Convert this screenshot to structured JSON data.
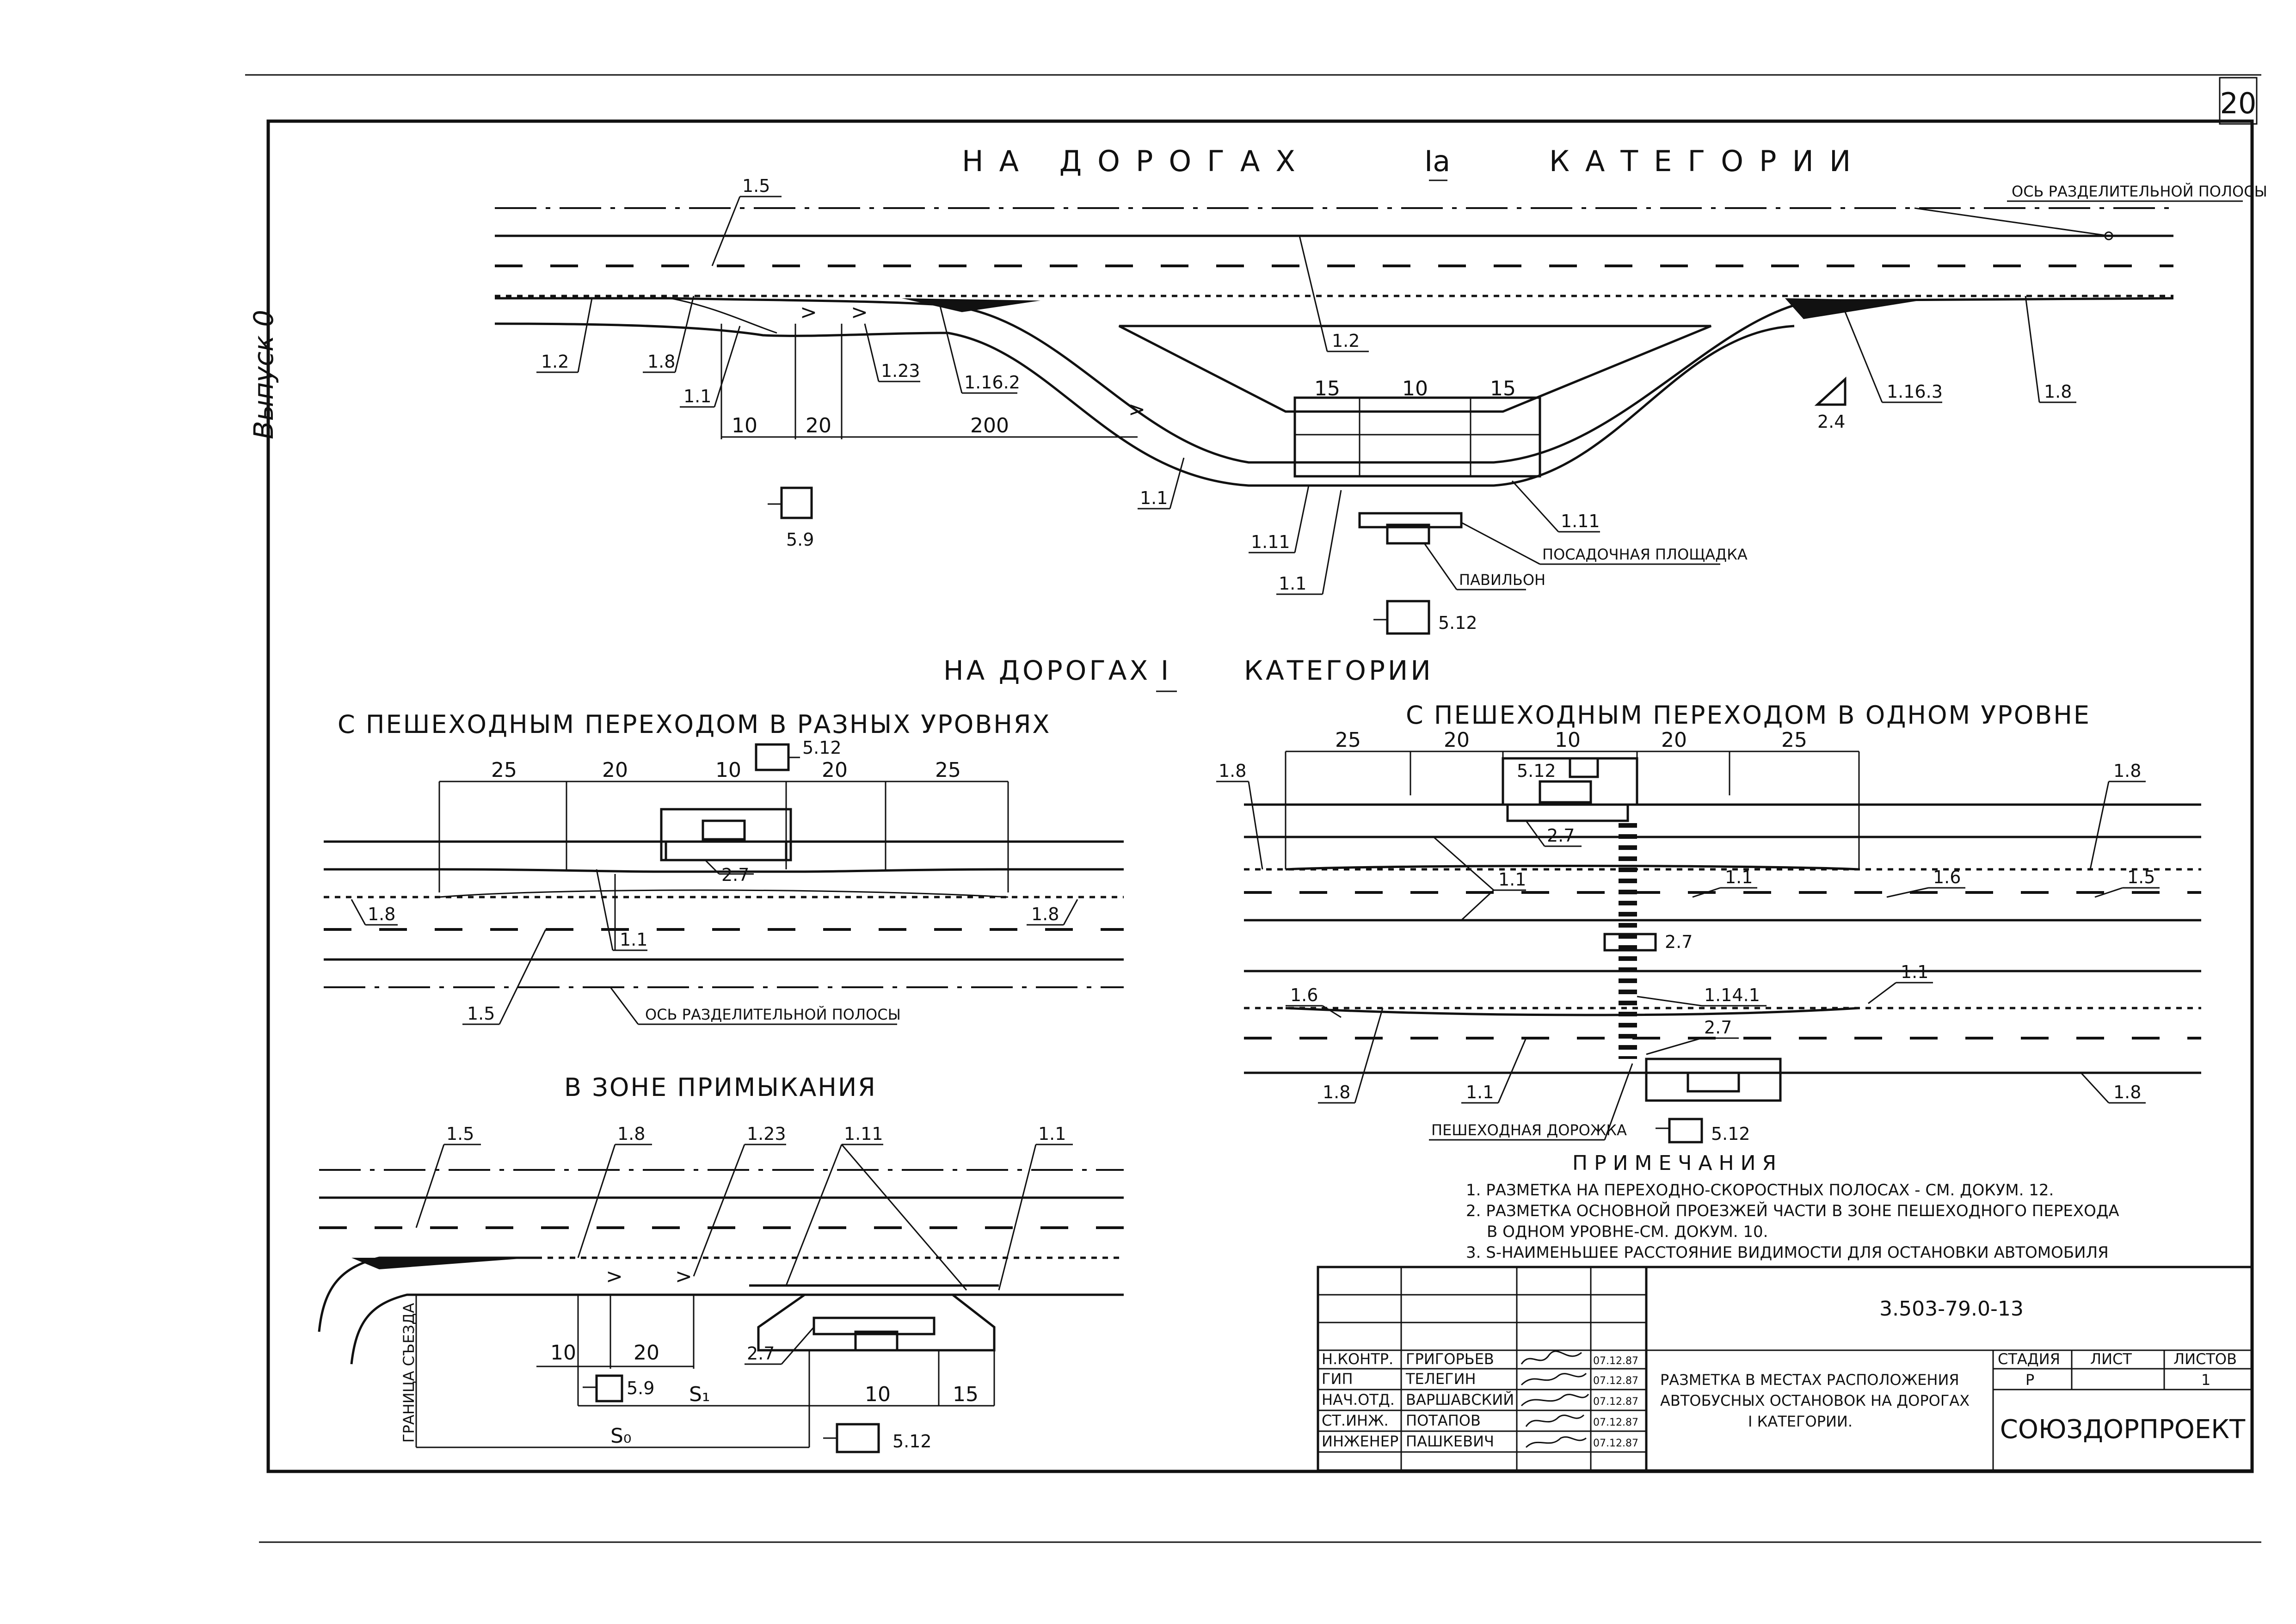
{
  "sheet_number": "20",
  "side_label": "Выпуск 0",
  "top_section": {
    "title_parts": [
      "НА ДОРОГАХ",
      "Iа",
      "КАТЕГОРИИ"
    ],
    "axis_label": "ОСЬ РАЗДЕЛИТЕЛЬНОЙ ПОЛОСЫ",
    "labels": {
      "l15": "1.5",
      "l12a": "1.2",
      "l12b": "1.2",
      "l18a": "1.8",
      "l18b": "1.8",
      "l11a": "1.1",
      "l11b": "1.1",
      "l11c": "1.1",
      "l123": "1.23",
      "l1162": "1.16.2",
      "l1163": "1.16.3",
      "l111a": "1.11",
      "l111b": "1.11",
      "s24": "2.4",
      "s59": "5.9",
      "s512": "5.12"
    },
    "dims": {
      "d10": "10",
      "d20": "20",
      "d200": "200",
      "p15a": "15",
      "p10": "10",
      "p15b": "15"
    },
    "platform_label": "ПОСАДОЧНАЯ ПЛОЩАДКА",
    "pavilion_label": "ПАВИЛЬОН"
  },
  "mid_title_parts": [
    "НА ДОРОГАХ",
    "I",
    "КАТЕГОРИИ"
  ],
  "left_section": {
    "title": "С ПЕШЕХОДНЫМ ПЕРЕХОДОМ В РАЗНЫХ УРОВНЯХ",
    "dims": [
      "25",
      "20",
      "10",
      "20",
      "25"
    ],
    "labels": {
      "s512": "5.12",
      "s27": "2.7",
      "l11": "1.1",
      "l18a": "1.8",
      "l18b": "1.8",
      "l15": "1.5"
    },
    "axis_label": "ОСЬ РАЗДЕЛИТЕЛЬНОЙ ПОЛОСЫ"
  },
  "right_section": {
    "title": "С ПЕШЕХОДНЫМ ПЕРЕХОДОМ В ОДНОМ УРОВНЕ",
    "dims": [
      "25",
      "20",
      "10",
      "20",
      "25"
    ],
    "labels": {
      "l18a": "1.8",
      "l18b": "1.8",
      "l18c": "1.8",
      "l18d": "1.8",
      "s512a": "5.12",
      "s512b": "5.12",
      "s27a": "2.7",
      "s27b": "2.7",
      "s27c": "2.7",
      "l11a": "1.1",
      "l11b": "1.1",
      "l11c": "1.1",
      "l11d": "1.1",
      "l16a": "1.6",
      "l16b": "1.6",
      "l15": "1.5",
      "l1141": "1.14.1"
    },
    "walkway_label": "ПЕШЕХОДНАЯ ДОРОЖКА"
  },
  "junction_section": {
    "title": "В ЗОНЕ ПРИМЫКАНИЯ",
    "labels": {
      "l15": "1.5",
      "l18": "1.8",
      "l123": "1.23",
      "l111": "1.11",
      "l11": "1.1",
      "s27": "2.7",
      "s59": "5.9",
      "s512": "5.12"
    },
    "dims": {
      "d10a": "10",
      "d20": "20",
      "d10b": "10",
      "d15": "15",
      "s1": "S₁",
      "s0": "S₀"
    },
    "boundary_label": "ГРАНИЦА СЪЕЗДА"
  },
  "notes": {
    "heading": "ПРИМЕЧАНИЯ",
    "items": [
      "1. РАЗМЕТКА НА ПЕРЕХОДНО-СКОРОСТНЫХ ПОЛОСАХ - СМ. ДОКУМ. 12.",
      "2. РАЗМЕТКА ОСНОВНОЙ ПРОЕЗЖЕЙ ЧАСТИ В ЗОНЕ ПЕШЕХОДНОГО ПЕРЕХОДА",
      "В ОДНОМ УРОВНЕ-СМ. ДОКУМ. 10.",
      "3. S-НАИМЕНЬШЕЕ РАССТОЯНИЕ ВИДИМОСТИ ДЛЯ ОСТАНОВКИ АВТОМОБИЛЯ"
    ]
  },
  "title_block": {
    "doc_code": "3.503-79.0-13",
    "rows": [
      {
        "role": "Н.КОНТР.",
        "name": "ГРИГОРЬЕВ",
        "date": "07.12.87"
      },
      {
        "role": "ГИП",
        "name": "ТЕЛЕГИН",
        "date": "07.12.87"
      },
      {
        "role": "НАЧ.ОТД.",
        "name": "ВАРШАВСКИЙ",
        "date": "07.12.87"
      },
      {
        "role": "СТ.ИНЖ.",
        "name": "ПОТАПОВ",
        "date": "07.12.87"
      },
      {
        "role": "ИНЖЕНЕР",
        "name": "ПАШКЕВИЧ",
        "date": "07.12.87"
      }
    ],
    "description_lines": [
      "РАЗМЕТКА В МЕСТАХ РАСПОЛОЖЕНИЯ",
      "АВТОБУСНЫХ ОСТАНОВОК НА ДОРОГАХ",
      "I КАТЕГОРИИ."
    ],
    "stage_header": "СТАДИЯ",
    "sheet_header": "ЛИСТ",
    "sheets_header": "ЛИСТОВ",
    "stage": "Р",
    "sheets": "1",
    "organization": "СОЮЗДОРПРОЕКТ"
  }
}
